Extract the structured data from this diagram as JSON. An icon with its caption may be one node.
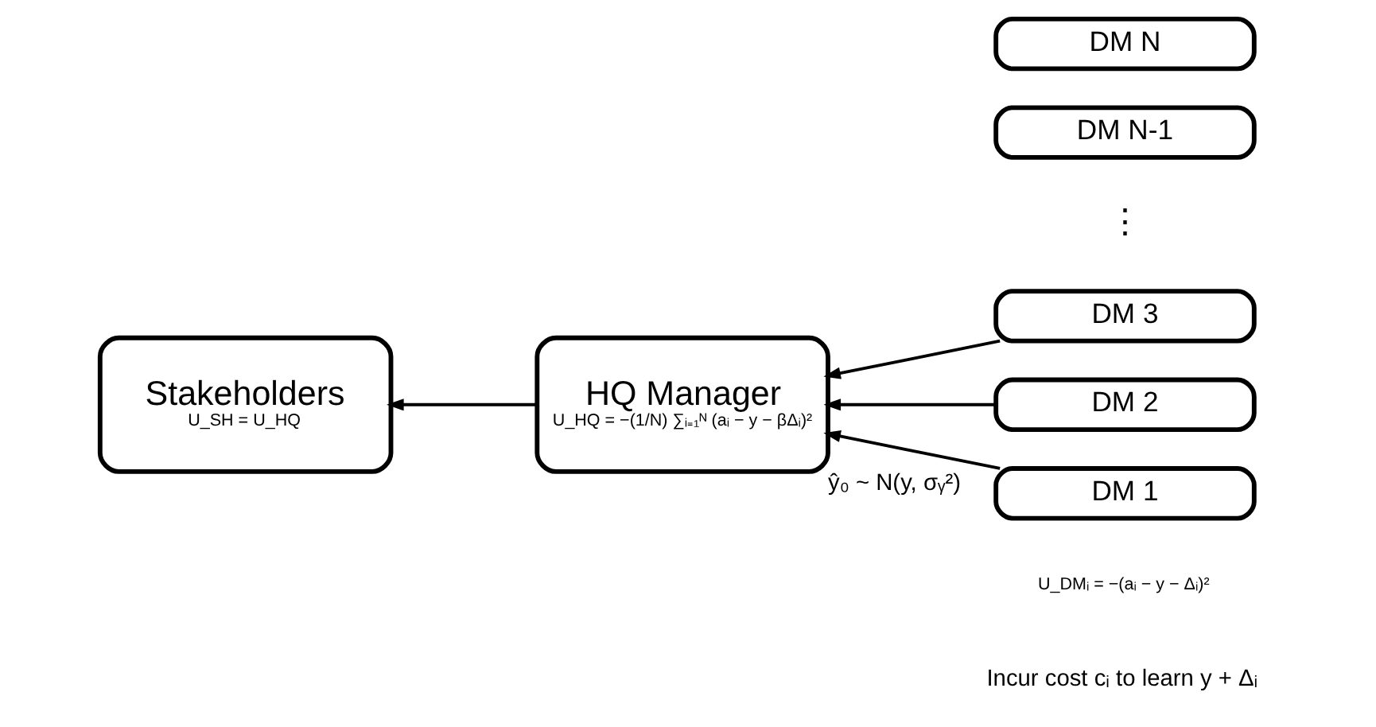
{
  "diagram": {
    "nodes": [
      {
        "text": [
          "Stakeholders",
          "U_SH = U_HQ"
        ]
      },
      {
        "text": [
          "HQ Manager",
          "U_HQ = −(1/N) ∑ᵢ₌₁ᴺ (aᵢ − y − βΔᵢ)²"
        ],
        "beside": [
          "ŷ₀ ~ N(y, σᵧ²)"
        ]
      },
      {
        "text": [
          "DM 1"
        ]
      },
      {
        "text": [
          "DM 2"
        ]
      },
      {
        "text": [
          "DM 3"
        ]
      },
      {
        "text": [
          "DM N-1"
        ]
      },
      {
        "text": [
          "DM N"
        ]
      }
    ],
    "edges": [
      {
        "from": 1,
        "to": 0,
        "arrow": "to"
      },
      {
        "from": 2,
        "to": 1,
        "arrow": "to"
      },
      {
        "from": 3,
        "to": 1,
        "arrow": "to"
      },
      {
        "from": 4,
        "to": 1,
        "arrow": "to"
      }
    ],
    "labels": [
      "Incur cost cᵢ to learn y + Δᵢ",
      "U_DMᵢ = −(aᵢ − y − Δᵢ)²",
      "⋮"
    ]
  }
}
